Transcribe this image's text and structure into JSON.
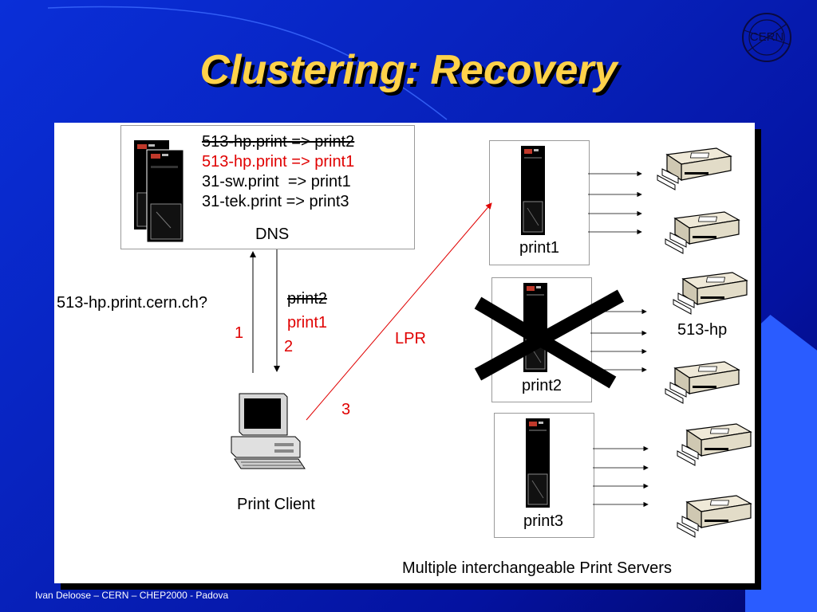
{
  "slide": {
    "title": "Clustering: Recovery",
    "logo_text": "CERN",
    "footer": "Ivan Deloose – CERN – CHEP2000 - Padova"
  },
  "dns": {
    "label": "DNS",
    "entries": [
      {
        "text": "513-hp.print => print2",
        "status": "struck"
      },
      {
        "text": "513-hp.print => print1",
        "status": "new"
      },
      {
        "text": "31-sw.print  => print1",
        "status": "normal"
      },
      {
        "text": "31-tek.print => print3",
        "status": "normal"
      }
    ]
  },
  "query": {
    "question": "513-hp.print.cern.ch?",
    "step1": "1",
    "answer_old": "print2",
    "answer_new": "print1",
    "step2": "2"
  },
  "client": {
    "label": "Print Client",
    "step3": "3",
    "lpr": "LPR"
  },
  "servers": [
    {
      "name": "print1",
      "failed": false
    },
    {
      "name": "print2",
      "failed": true
    },
    {
      "name": "print3",
      "failed": false
    }
  ],
  "printer_group_label": "513-hp",
  "caption": "Multiple interchangeable Print Servers",
  "colors": {
    "background": "#0720b8",
    "title": "#ffd24a",
    "highlight": "#e00000",
    "panel": "#ffffff"
  }
}
